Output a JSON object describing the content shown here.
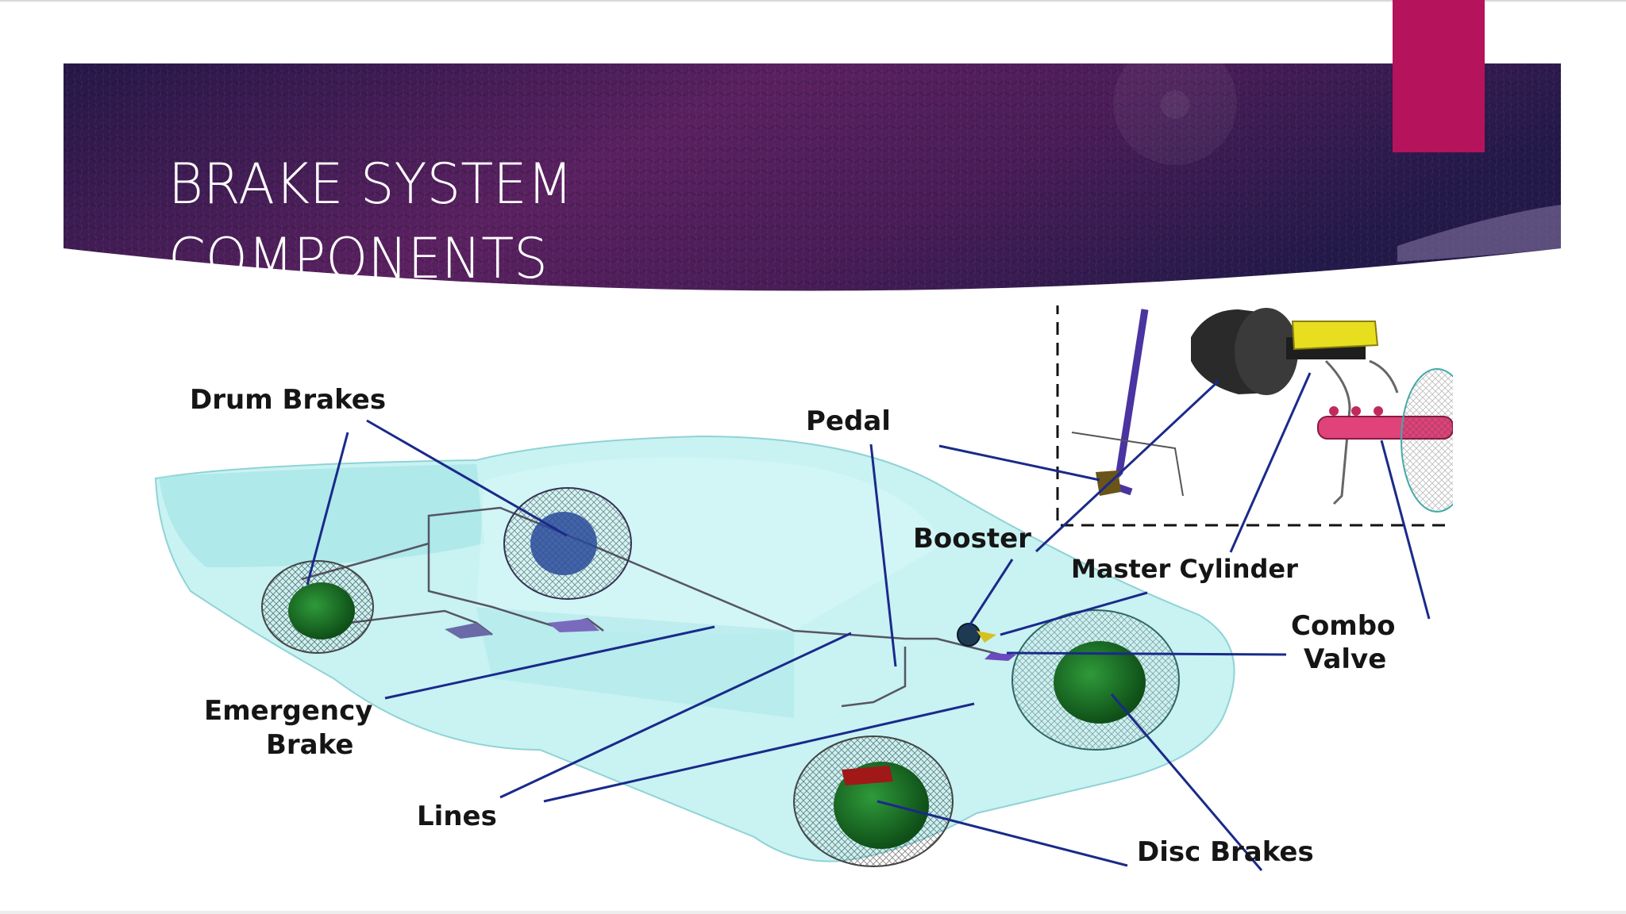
{
  "slide": {
    "title_line1": "BRAKE SYSTEM",
    "title_line2": "COMPONENTS"
  },
  "diagram": {
    "labels": {
      "drum_brakes": "Drum Brakes",
      "pedal": "Pedal",
      "booster": "Booster",
      "master_cylinder": "Master Cylinder",
      "combo_line1": "Combo",
      "combo_line2": "Valve",
      "emergency_line1": "Emergency",
      "emergency_line2": "Brake",
      "lines": "Lines",
      "disc_brakes": "Disc Brakes"
    }
  },
  "colors": {
    "banner_dark": "#2a1a4d",
    "banner_mid": "#6b2468",
    "accent": "#b5135c",
    "car_body": "#bfeff0",
    "leader_line": "#1a2a8a"
  }
}
